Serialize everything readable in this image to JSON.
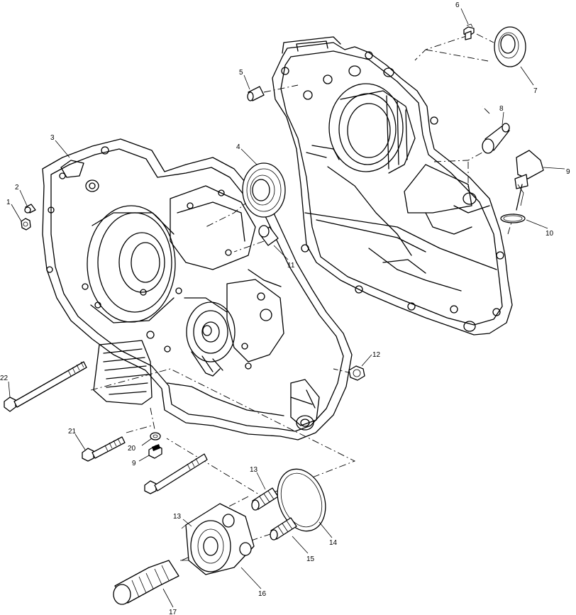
{
  "callouts": [
    {
      "id": "c1",
      "label": "1"
    },
    {
      "id": "c2",
      "label": "2"
    },
    {
      "id": "c3",
      "label": "3"
    },
    {
      "id": "c4",
      "label": "4"
    },
    {
      "id": "c5",
      "label": "5"
    },
    {
      "id": "c6",
      "label": "6"
    },
    {
      "id": "c7",
      "label": "7"
    },
    {
      "id": "c8",
      "label": "8"
    },
    {
      "id": "c9a",
      "label": "9"
    },
    {
      "id": "c10",
      "label": "10"
    },
    {
      "id": "c11",
      "label": "11"
    },
    {
      "id": "c12",
      "label": "12"
    },
    {
      "id": "c13a",
      "label": "13"
    },
    {
      "id": "c13b",
      "label": "13"
    },
    {
      "id": "c14",
      "label": "14"
    },
    {
      "id": "c15",
      "label": "15"
    },
    {
      "id": "c16",
      "label": "16"
    },
    {
      "id": "c17",
      "label": "17"
    },
    {
      "id": "c9b",
      "label": "9"
    },
    {
      "id": "c20",
      "label": "20"
    },
    {
      "id": "c21",
      "label": "21"
    },
    {
      "id": "c22",
      "label": "22"
    }
  ]
}
